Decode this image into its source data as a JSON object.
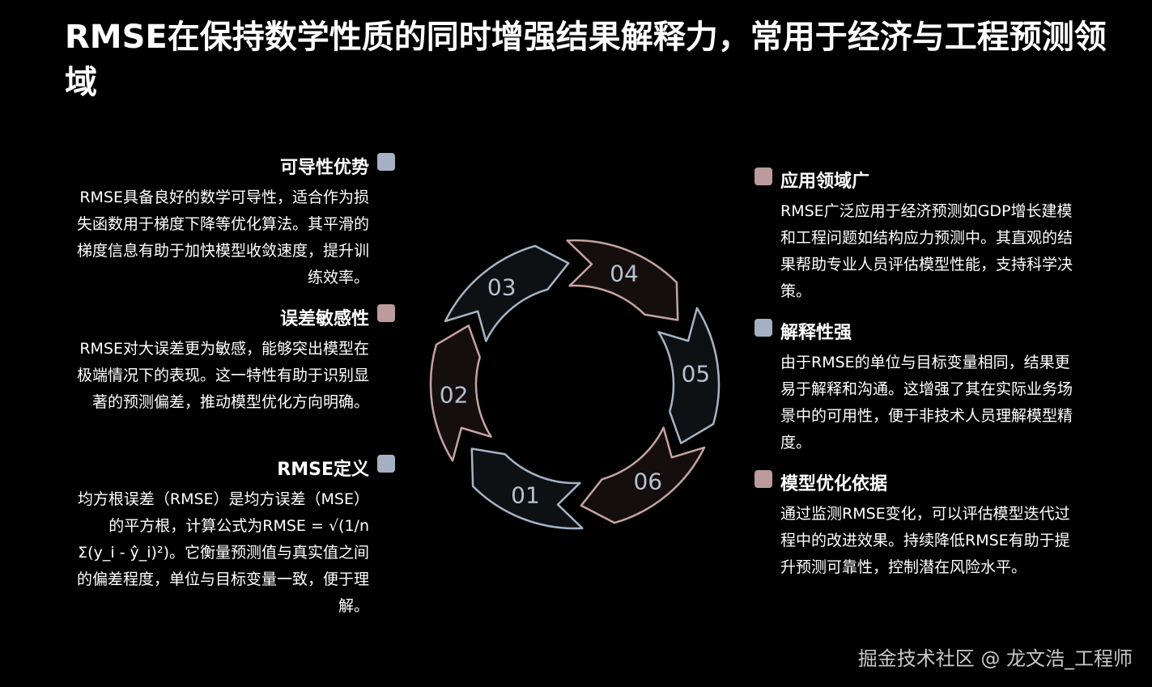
{
  "title": "RMSE在保持数学性质的同时增强结果解释力，常用于经济与工程预测领域",
  "colors": {
    "background": "#000000",
    "blue_marker": "#a5b0c4",
    "rose_marker": "#bd9a9b",
    "blue_segment_fill": "#0d1114",
    "blue_segment_stroke": "#a6b4c6",
    "rose_segment_fill": "#150e0e",
    "rose_segment_stroke": "#c5a3a3",
    "segment_label": "#b6c2d0"
  },
  "left_items": [
    {
      "heading": "可导性优势",
      "marker": "blue",
      "body": "RMSE具备良好的数学可导性，适合作为损失函数用于梯度下降等优化算法。其平滑的梯度信息有助于加快模型收敛速度，提升训练效率。"
    },
    {
      "heading": "误差敏感性",
      "marker": "rose",
      "body": "RMSE对大误差更为敏感，能够突出模型在极端情况下的表现。这一特性有助于识别显著的预测偏差，推动模型优化方向明确。"
    },
    {
      "heading": "RMSE定义",
      "marker": "blue",
      "body": "均方根误差（RMSE）是均方误差（MSE）的平方根，计算公式为RMSE = √(1/n Σ(y_i - ŷ_i)²)。它衡量预测值与真实值之间的偏差程度，单位与目标变量一致，便于理解。"
    }
  ],
  "right_items": [
    {
      "heading": "应用领域广",
      "marker": "rose",
      "body": "RMSE广泛应用于经济预测如GDP增长建模和工程问题如结构应力预测中。其直观的结果帮助专业人员评估模型性能，支持科学决策。"
    },
    {
      "heading": "解释性强",
      "marker": "blue",
      "body": "由于RMSE的单位与目标变量相同，结果更易于解释和沟通。这增强了其在实际业务场景中的可用性，便于非技术人员理解模型精度。"
    },
    {
      "heading": "模型优化依据",
      "marker": "rose",
      "body": "通过监测RMSE变化，可以评估模型迭代过程中的改进效果。持续降低RMSE有助于提升预测可靠性，控制潜在风险水平。"
    }
  ],
  "cycle": [
    {
      "label": "01",
      "tone": "blue"
    },
    {
      "label": "02",
      "tone": "rose"
    },
    {
      "label": "03",
      "tone": "blue"
    },
    {
      "label": "04",
      "tone": "rose"
    },
    {
      "label": "05",
      "tone": "blue"
    },
    {
      "label": "06",
      "tone": "rose"
    }
  ],
  "watermark": "掘金技术社区 @ 龙文浩_工程师"
}
